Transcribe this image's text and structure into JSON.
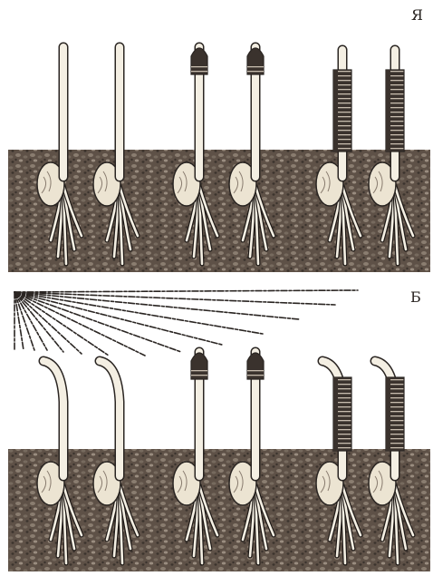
{
  "figure": {
    "panel_a": {
      "label": "Я",
      "light_source": false,
      "seedlings": [
        {
          "treatment": "intact-tip"
        },
        {
          "treatment": "intact-tip"
        },
        {
          "treatment": "opaque-cap"
        },
        {
          "treatment": "opaque-cap"
        },
        {
          "treatment": "opaque-sleeve-below-tip"
        },
        {
          "treatment": "opaque-sleeve-below-tip"
        }
      ]
    },
    "panel_b": {
      "label": "Б",
      "light_source": true,
      "light_direction": "from-left",
      "seedlings": [
        {
          "treatment": "intact-tip",
          "response": "bends-toward-light"
        },
        {
          "treatment": "intact-tip",
          "response": "bends-toward-light"
        },
        {
          "treatment": "opaque-cap",
          "response": "straight"
        },
        {
          "treatment": "opaque-cap",
          "response": "straight"
        },
        {
          "treatment": "opaque-sleeve-below-tip",
          "response": "bends-toward-light"
        },
        {
          "treatment": "opaque-sleeve-below-tip",
          "response": "bends-toward-light"
        }
      ]
    },
    "colors": {
      "ink": "#2a2522",
      "soil": "#5e5147",
      "soil_light": "#8a7d70",
      "stem": "#f4efe3",
      "seed": "#ece4d2",
      "cap": "#3a322d"
    }
  }
}
